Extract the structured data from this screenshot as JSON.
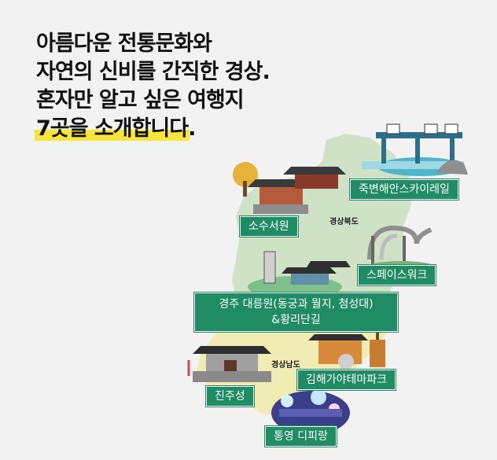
{
  "headline": {
    "line1": "아름다운 전통문화와",
    "line2": "자연의 신비를 간직한 경상.",
    "line3": "혼자만 알고 싶은 여행지",
    "line4_highlight": "7곳을 소개합니다",
    "line4_tail": "."
  },
  "regions": {
    "north": "경상북도",
    "south": "경상남도"
  },
  "places": {
    "jukbyeon": "죽변해안스카이레일",
    "sosu": "소수서원",
    "spacewalk": "스페이스워크",
    "gyeongju_line1": "경주 대릉원(동궁과 월지, 첨성대)",
    "gyeongju_line2": "&황리단길",
    "gimhae": "김해가야테마파크",
    "jinju": "진주성",
    "tongyeong": "통영 디피랑"
  },
  "colors": {
    "label_bg": "#1f8c66",
    "north_map": "#cfe2c6",
    "south_map": "#f0ecb4",
    "highlight": "#f7e53b"
  }
}
